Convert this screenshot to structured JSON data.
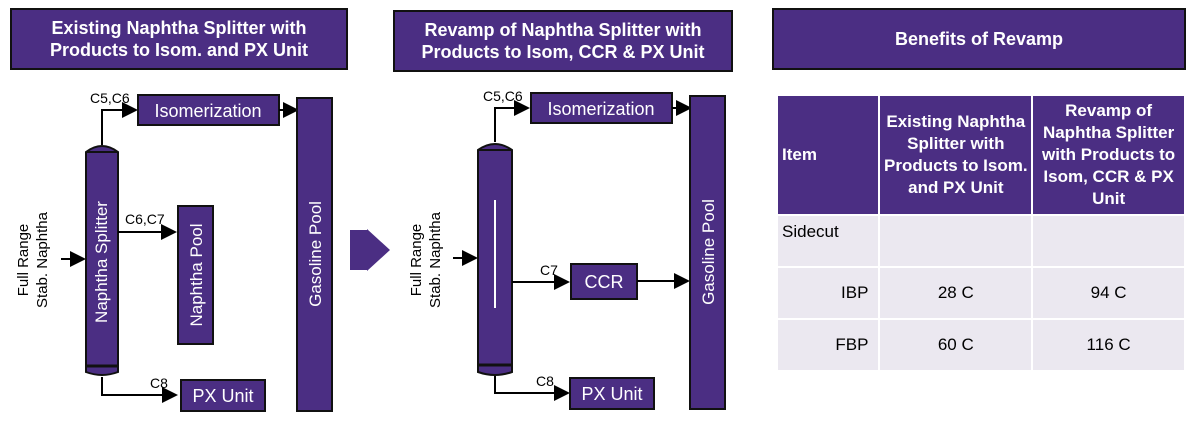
{
  "colors": {
    "accent": "#4b2e83",
    "table_body": "#ebe8f0"
  },
  "left": {
    "title_line1": "Existing Naphtha Splitter with",
    "title_line2": "Products to  Isom. and PX Unit",
    "feed_line1": "Full Range",
    "feed_line2": "Stab. Naphtha",
    "column": "Naphtha Splitter",
    "top_stream": "C5,C6",
    "top_unit": "Isomerization",
    "side_stream": "C6,C7",
    "side_unit": "Naphtha Pool",
    "bottom_stream": "C8",
    "bottom_unit": "PX Unit",
    "pool": "Gasoline Pool"
  },
  "transition_icon": "right-arrow-icon",
  "middle": {
    "title_line1": "Revamp of Naphtha Splitter with",
    "title_line2": "Products to Isom, CCR & PX Unit",
    "feed_line1": "Full Range",
    "feed_line2": "Stab. Naphtha",
    "top_stream": "C5,C6",
    "top_unit": "Isomerization",
    "side_stream": "C7",
    "side_unit": "CCR",
    "bottom_stream": "C8",
    "bottom_unit": "PX Unit",
    "pool": "Gasoline Pool"
  },
  "right": {
    "title": "Benefits of Revamp",
    "table": {
      "headers": [
        "Item",
        "Existing Naphtha Splitter with Products to Isom. and PX Unit",
        "Revamp of Naphtha Splitter with Products to Isom, CCR & PX Unit"
      ],
      "rows": [
        [
          "Sidecut",
          "",
          ""
        ],
        [
          "IBP",
          "28 C",
          "94 C"
        ],
        [
          "FBP",
          "60 C",
          "116 C"
        ]
      ]
    }
  }
}
